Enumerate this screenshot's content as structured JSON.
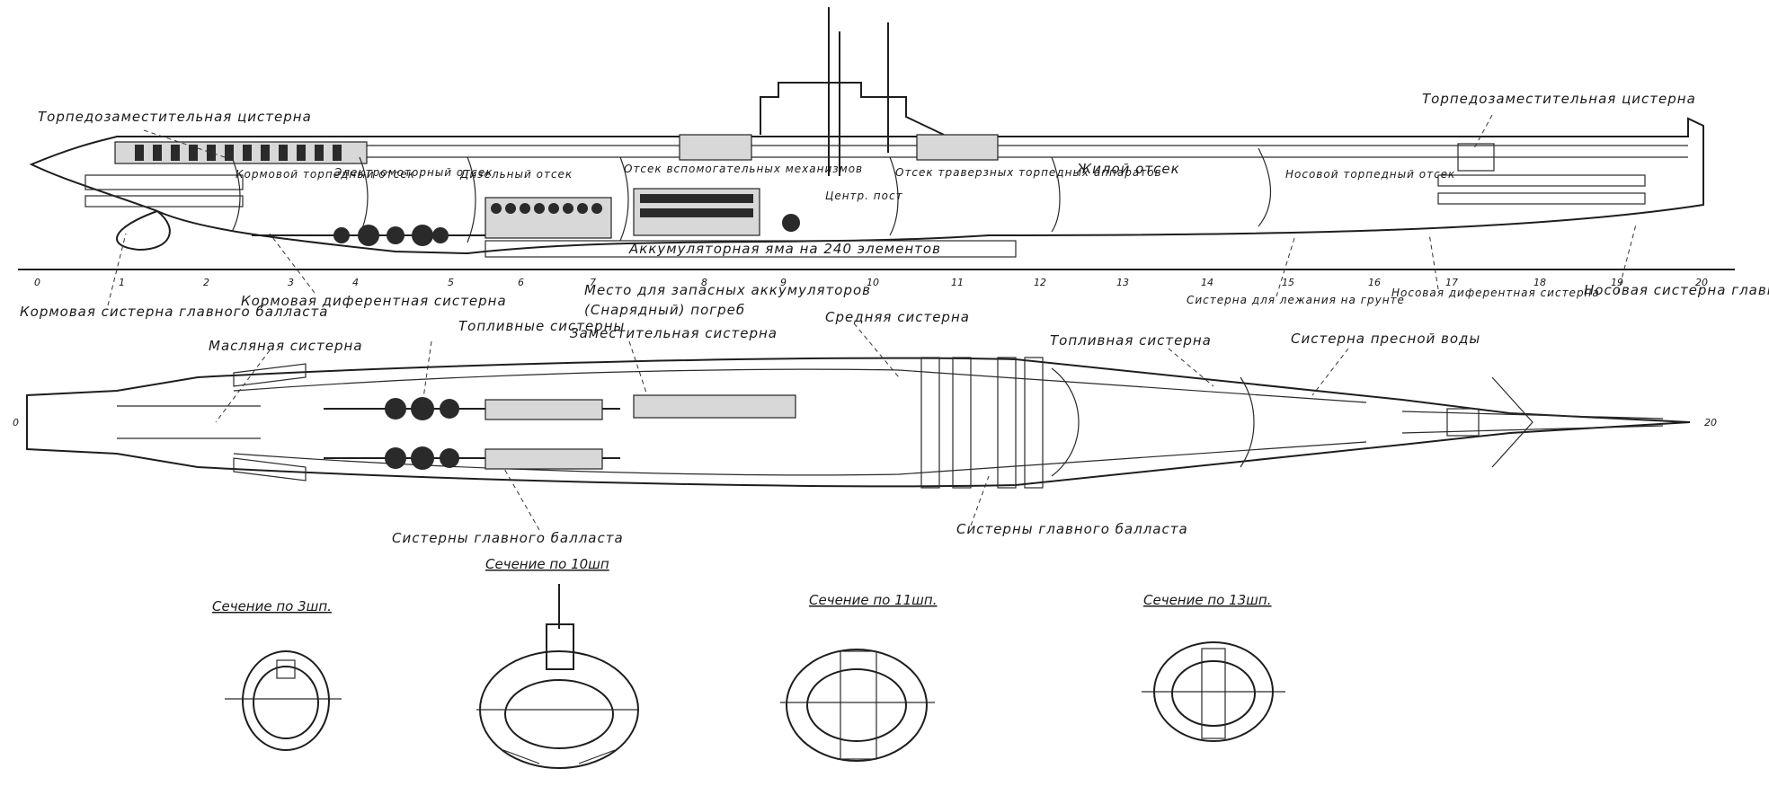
{
  "side_view": {
    "labels": {
      "aft_torpedo_tank": "Торпедозаместительная цистерна",
      "fwd_torpedo_tank": "Торпедозаместительная цистерна",
      "aft_torpedo_room": "Кормовой торпедный отсек",
      "electromotor_room": "Электромоторный отсек",
      "diesel_room": "Дизельный отсек",
      "aux_mech_room": "Отсек вспомогательных механизмов",
      "central_post": "Центр. пост",
      "fwd_torpedo_tubes_room": "Отсек траверзных торпедных аппаратов",
      "living_room": "Жилой отсек",
      "bow_torpedo_room": "Носовой торпедный отсек",
      "battery_pit": "Аккумуляторная яма на 240 элементов",
      "spare_battery": "Место для запасных аккумуляторов",
      "magazine": "(Снарядный) погреб",
      "aft_ballast": "Кормовая систерна главного балласта",
      "aft_trim": "Кормовая диферентная систерна",
      "ground_tank": "Систерна для лежания на грунте",
      "bow_trim": "Носовая диферентная систерна",
      "bow_ballast": "Носовая систерна главного балласта"
    },
    "frames": [
      "0",
      "1",
      "2",
      "3",
      "4",
      "5",
      "6",
      "7",
      "8",
      "9",
      "10",
      "11",
      "12",
      "13",
      "14",
      "15",
      "16",
      "17",
      "18",
      "19",
      "20"
    ]
  },
  "plan_view": {
    "labels": {
      "oil_tank": "Масляная систерна",
      "fuel_tanks": "Топливные систерны",
      "replacement_tank": "Заместительная систерна",
      "middle_tank": "Средняя систерна",
      "fuel_tank": "Топливная систерна",
      "fresh_water": "Систерна пресной воды",
      "main_ballast_aft": "Систерны главного балласта",
      "main_ballast_fwd": "Систерны главного балласта"
    }
  },
  "sections": [
    {
      "title": "Сечение по 3шп."
    },
    {
      "title": "Сечение по 10шп"
    },
    {
      "title": "Сечение по 11шп."
    },
    {
      "title": "Сечение по 13шп."
    }
  ]
}
